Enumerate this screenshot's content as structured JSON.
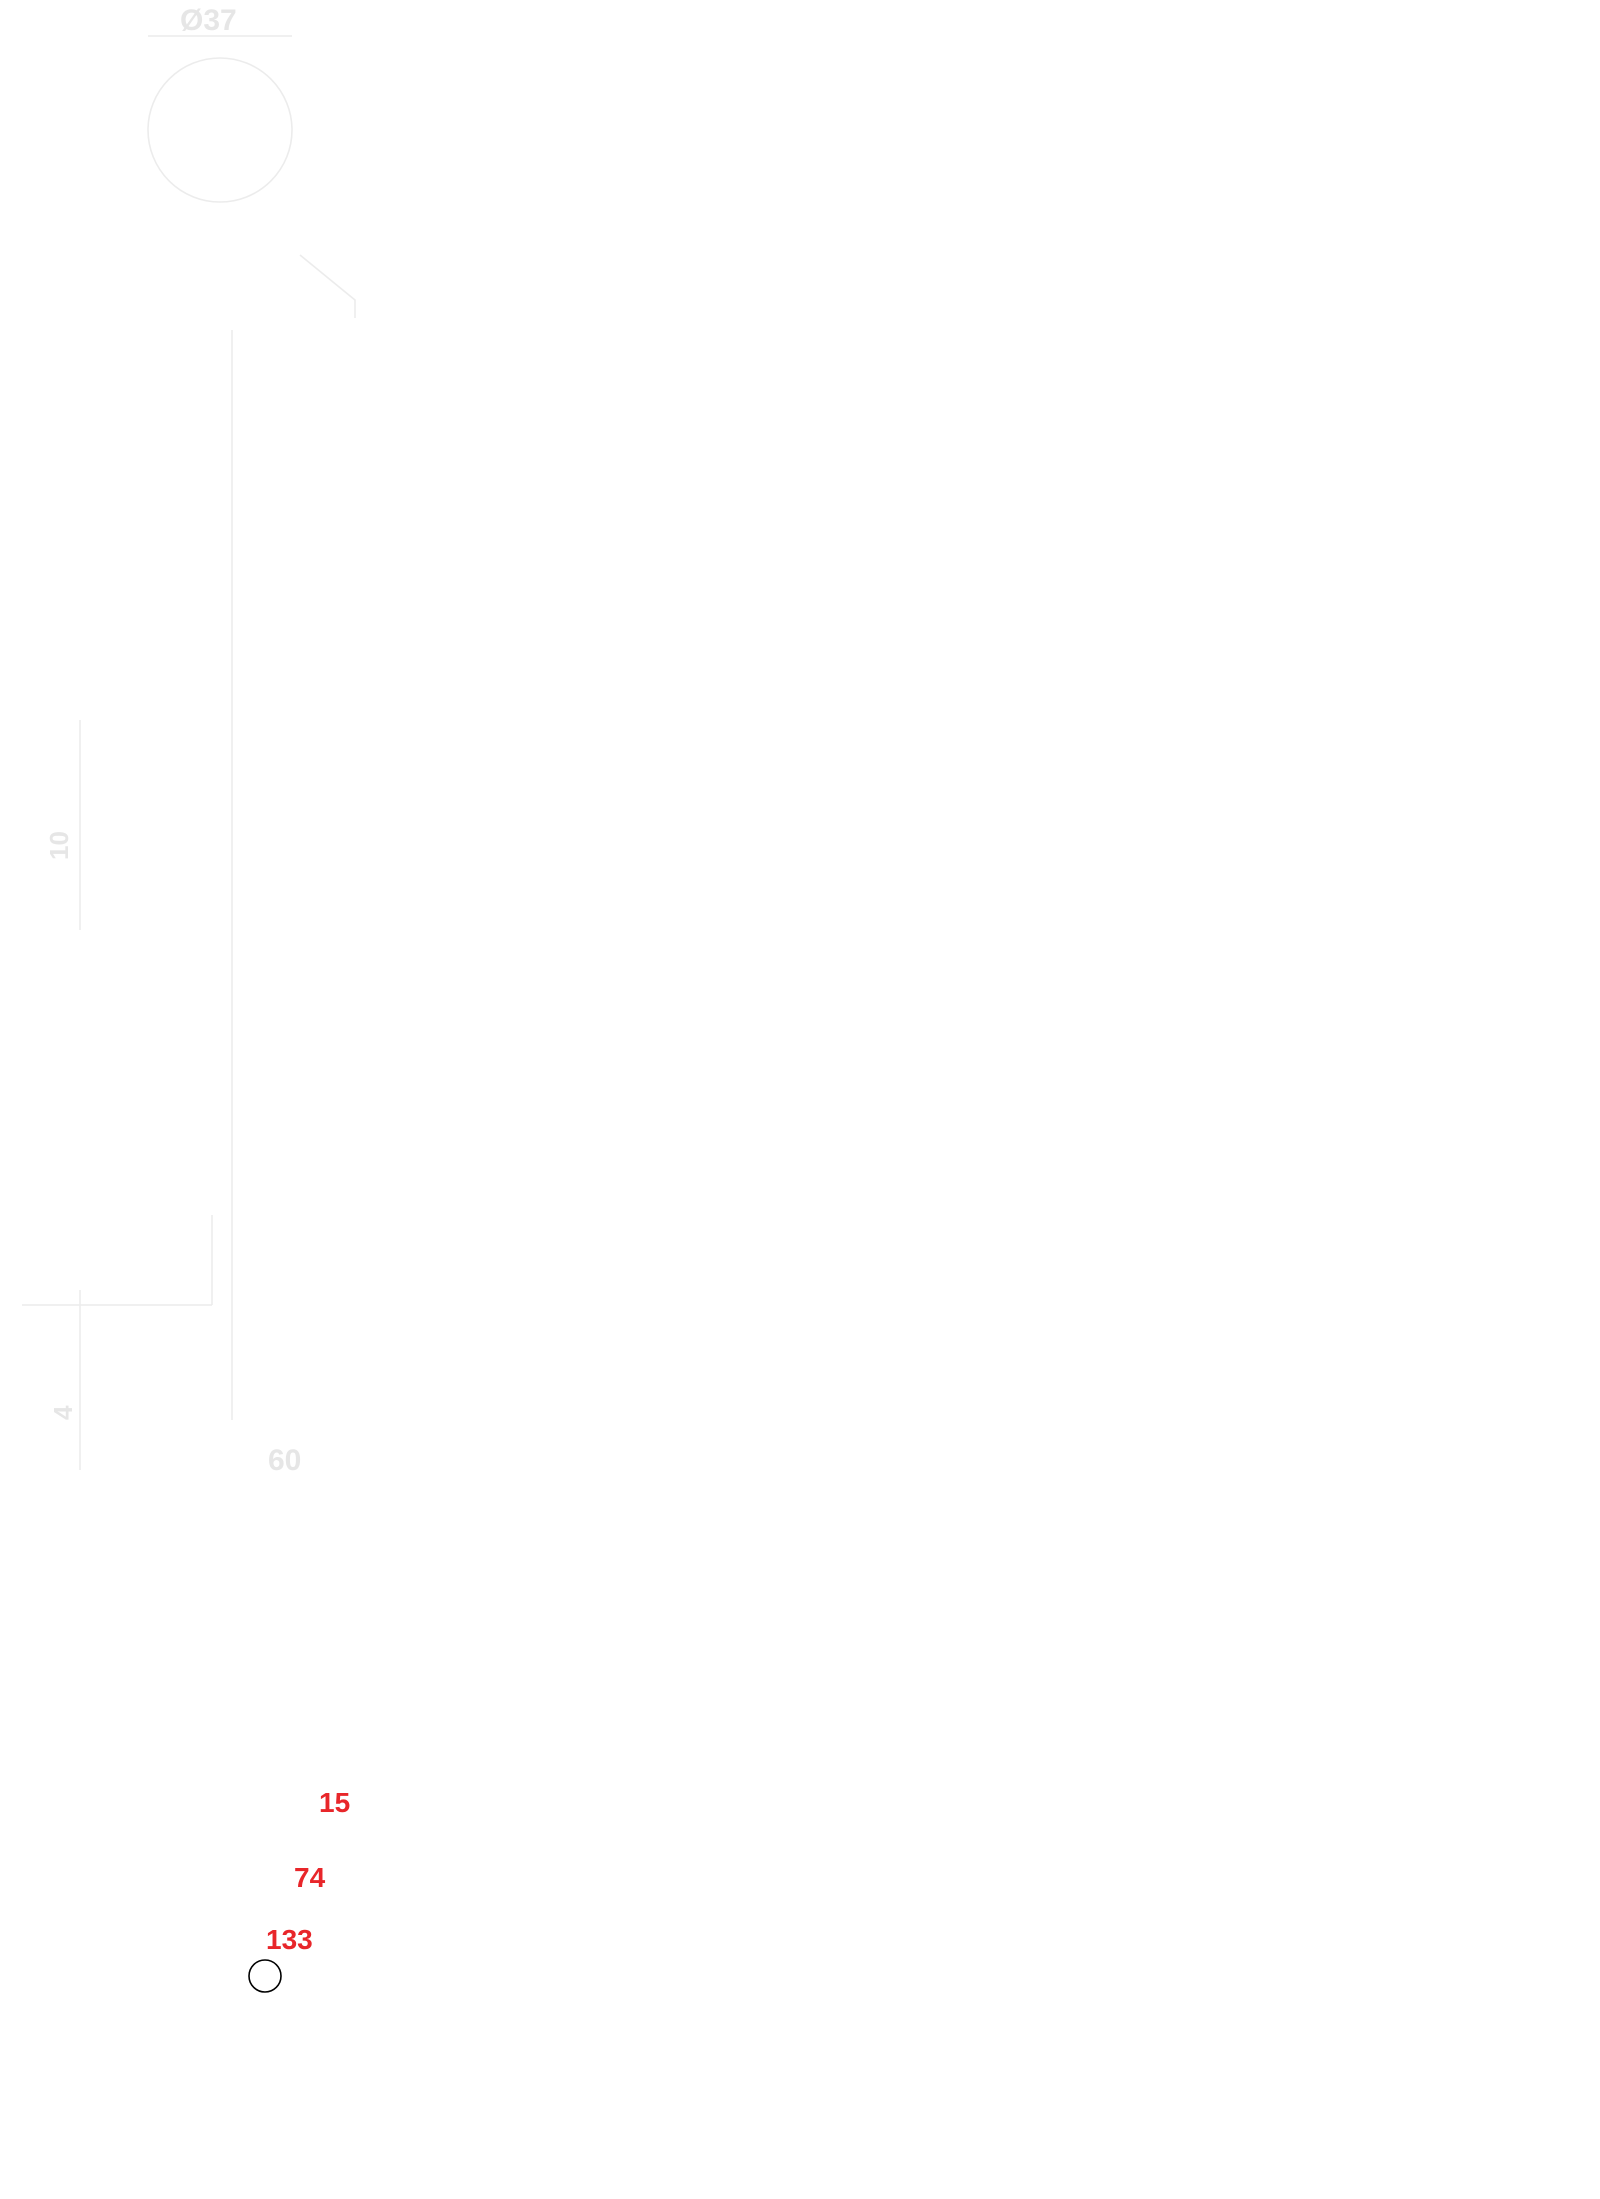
{
  "drawing": {
    "dimensions": {
      "diameter_top": "Ø37",
      "side_a": "10",
      "side_b": "4",
      "bottom": "60"
    },
    "callouts": [
      "15",
      "74",
      "133"
    ],
    "colors": {
      "callout": "#e8262a",
      "faint_linework": "#ececec",
      "marker": "#000000"
    },
    "marker_icon": "circle-marker-icon"
  }
}
